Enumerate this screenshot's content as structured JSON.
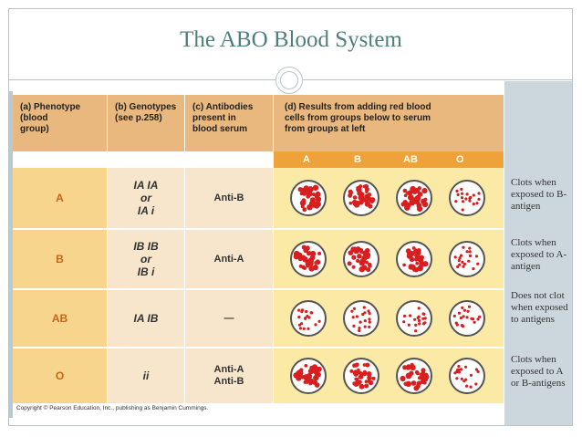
{
  "slide": {
    "title": "The ABO Blood System"
  },
  "table": {
    "headers": [
      "(a) Phenotype\n(blood\ngroup)",
      "(b) Genotypes\n(see p.258)",
      "(c) Antibodies\npresent in\nblood serum",
      "(d) Results from adding red blood\ncells from groups below to serum\nfrom groups at left"
    ],
    "donor_groups": [
      "A",
      "B",
      "AB",
      "O"
    ],
    "rows": [
      {
        "phenotype": "A",
        "genotype_lines": [
          "IA IA",
          "or",
          "IA i"
        ],
        "antibodies": "Anti-B",
        "results": [
          "clump",
          "clump",
          "clump",
          "clear"
        ]
      },
      {
        "phenotype": "B",
        "genotype_lines": [
          "IB IB",
          "or",
          "IB i"
        ],
        "antibodies": "Anti-A",
        "results": [
          "clump",
          "clump",
          "clump",
          "clear"
        ]
      },
      {
        "phenotype": "AB",
        "genotype_lines": [
          "IA IB"
        ],
        "antibodies": "—",
        "results": [
          "clear",
          "clear",
          "clear",
          "clear"
        ]
      },
      {
        "phenotype": "O",
        "genotype_lines": [
          "ii"
        ],
        "antibodies": "Anti-A\nAnti-B",
        "results": [
          "clump",
          "clump",
          "clump",
          "clear"
        ]
      }
    ],
    "copyright": "Copyright © Pearson Education, Inc., publishing as Benjamin Cummings."
  },
  "notes": [
    "Clots when exposed to B-antigen",
    "Clots when exposed to A-antigen",
    "Does not clot when exposed to antigens",
    "Clots when exposed to A or B-antigens"
  ],
  "colors": {
    "title": "#4f7f7c",
    "header_bg": "#e8b87f",
    "group_bar": "#f0a23a",
    "phenotype_bg": "#f8d58d",
    "results_bg": "#fbe9a6",
    "blood_cell": "#d81e1e",
    "side_panel": "#ccd7dd"
  }
}
